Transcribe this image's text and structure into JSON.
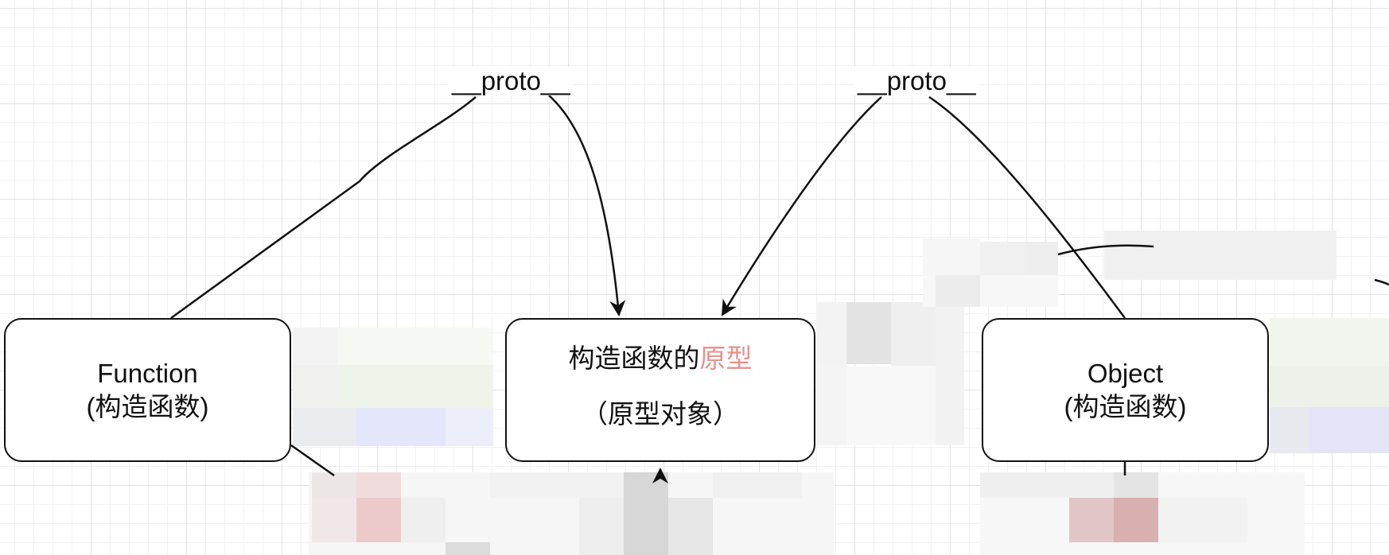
{
  "diagram": {
    "nodes": {
      "function": {
        "line1": "Function",
        "line2": "(构造函数)"
      },
      "prototype": {
        "line1_prefix": "构造函数的",
        "line1_accent": "原型",
        "line2": "（原型对象）"
      },
      "object": {
        "line1": "Object",
        "line2": "(构造函数)"
      }
    },
    "edges": {
      "proto_left": {
        "label": "__proto__"
      },
      "proto_right": {
        "label": "__proto__"
      }
    },
    "colors": {
      "stroke": "#111111",
      "accent_text": "#e8908c",
      "grid": "#e2e2e2"
    }
  }
}
